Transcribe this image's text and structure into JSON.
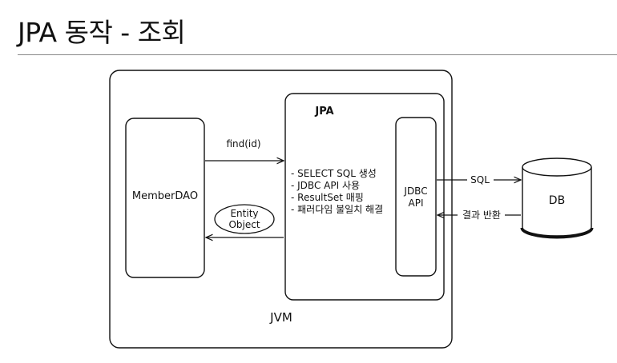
{
  "title": "JPA 동작 - 조회",
  "jvm": {
    "label": "JVM"
  },
  "member_dao": {
    "label": "MemberDAO"
  },
  "jpa": {
    "label": "JPA",
    "steps": [
      "- SELECT SQL 생성",
      "- JDBC API 사용",
      "- ResultSet 매핑",
      "- 패러다임 불일치 해결"
    ]
  },
  "jdbc_api": {
    "line1": "JDBC",
    "line2": "API"
  },
  "db": {
    "label": "DB"
  },
  "edges": {
    "find": "find(id)",
    "sql": "SQL",
    "result": "결과 반환"
  },
  "entity": {
    "line1": "Entity",
    "line2": "Object"
  },
  "colors": {
    "stroke": "#111111",
    "rule": "#888888"
  }
}
